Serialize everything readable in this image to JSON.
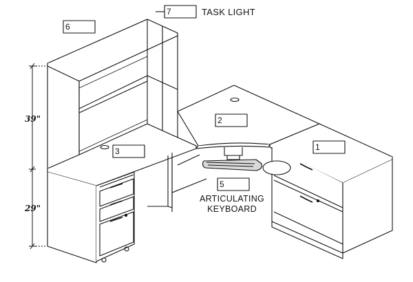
{
  "callouts": [
    {
      "id": "task-light",
      "number": "7",
      "label": "TASK LIGHT"
    },
    {
      "id": "hutch",
      "number": "6",
      "label": ""
    },
    {
      "id": "corner-surface",
      "number": "2",
      "label": ""
    },
    {
      "id": "desk-surface",
      "number": "3",
      "label": ""
    },
    {
      "id": "lateral-file",
      "number": "1",
      "label": ""
    },
    {
      "id": "keyboard",
      "number": "5",
      "label": "ARTICULATING\nKEYBOARD"
    }
  ],
  "dimensions": {
    "upper": "39\"",
    "lower": "29\""
  },
  "colors": {
    "line": "#111111",
    "fill": "#ffffff",
    "keyboard_fill": "#d9d9d9"
  }
}
